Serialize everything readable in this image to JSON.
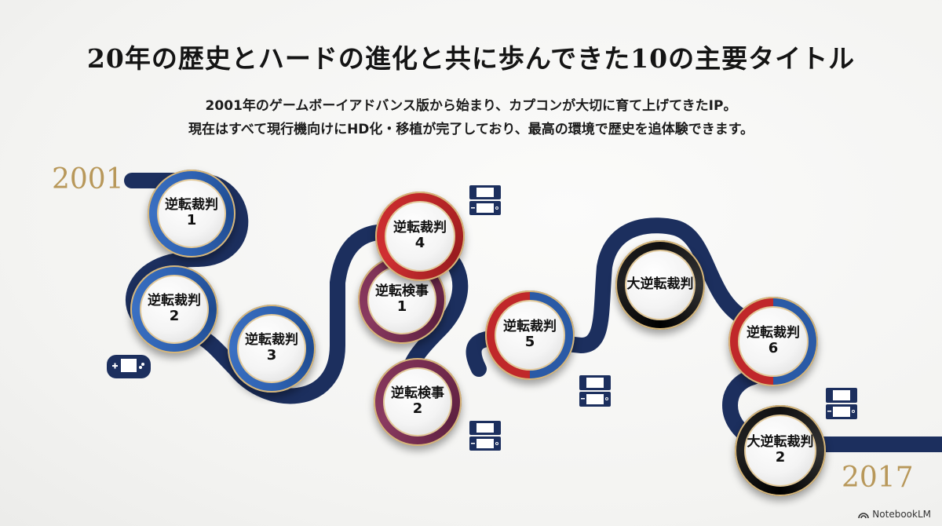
{
  "header": {
    "title": "20年の歴史とハードの進化と共に歩んできた10の主要タイトル",
    "subtitle_line1": "2001年のゲームボーイアドバンス版から始まり、カプコンが大切に育て上げてきたIP。",
    "subtitle_line2": "現在はすべて現行機向けにHD化・移植が完了しており、最高の環境で歴史を追体験できます。"
  },
  "timeline": {
    "start_year": "2001",
    "end_year": "2017",
    "path_color": "#1c2f5e",
    "titles": [
      {
        "line1": "逆転裁判",
        "line2": "1",
        "ring": "blue"
      },
      {
        "line1": "逆転裁判",
        "line2": "2",
        "ring": "blue"
      },
      {
        "line1": "逆転裁判",
        "line2": "3",
        "ring": "blue"
      },
      {
        "line1": "逆転裁判",
        "line2": "4",
        "ring": "red"
      },
      {
        "line1": "逆転検事",
        "line2": "1",
        "ring": "purple"
      },
      {
        "line1": "逆転検事",
        "line2": "2",
        "ring": "purple"
      },
      {
        "line1": "逆転裁判",
        "line2": "5",
        "ring": "red-blue"
      },
      {
        "line1": "大逆転裁判",
        "line2": "",
        "ring": "black"
      },
      {
        "line1": "逆転裁判",
        "line2": "6",
        "ring": "red-blue"
      },
      {
        "line1": "大逆転裁判",
        "line2": "2",
        "ring": "black"
      }
    ],
    "hardware_icons": [
      "gba-icon",
      "ds-icon",
      "ds-icon",
      "3ds-icon",
      "3ds-icon"
    ]
  },
  "colors": {
    "blue": "#2a5aa6",
    "red": "#c0282a",
    "purple": "#7a2f52",
    "black": "#111111",
    "gold": "#b8985a"
  },
  "branding": {
    "label": "NotebookLM"
  }
}
